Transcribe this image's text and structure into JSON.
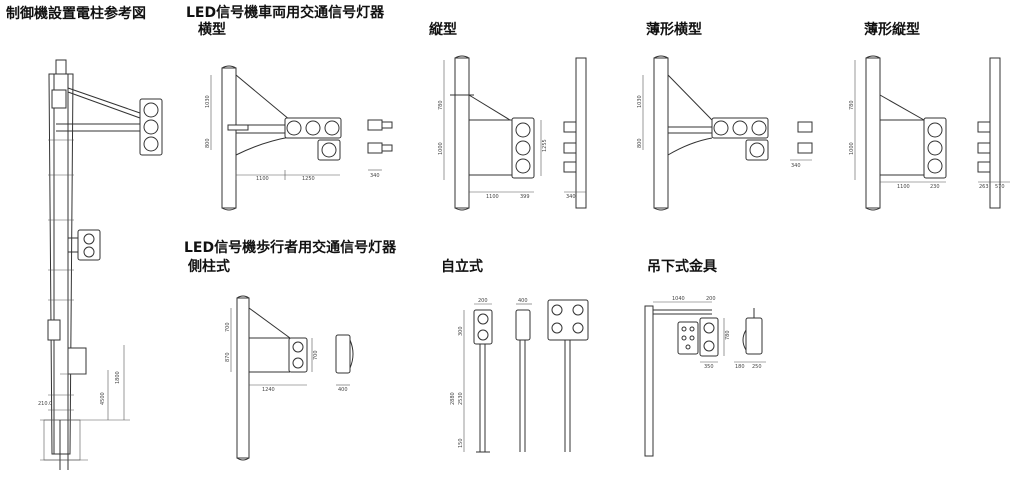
{
  "titles": {
    "ref": "制御機設置電柱参考図",
    "led_vehicle": "LED信号機車両用交通信号灯器",
    "horizontal": "横型",
    "vertical": "縦型",
    "thin_horizontal": "薄形横型",
    "thin_vertical": "薄形縦型",
    "led_pedestrian": "LED信号機歩行者用交通信号灯器",
    "side_pole": "側柱式",
    "freestanding": "自立式",
    "hanging": "吊下式金具"
  },
  "dims": {
    "h_1100": "1100",
    "h_1250": "1250",
    "h_340": "340",
    "h_1030": "1030",
    "h_800": "800",
    "v_780": "780",
    "v_1000": "1000",
    "v_1100": "1100",
    "v_399": "399",
    "v_340": "340",
    "v_1255": "1255",
    "th_1030": "1030",
    "th_800": "800",
    "th_340": "340",
    "tv_780": "780",
    "tv_1000": "1000",
    "tv_1100": "1100",
    "tv_230": "230",
    "tv_263": "263",
    "tv_570": "570",
    "p_700": "700",
    "p_870": "870",
    "p_1240": "1240",
    "p_400": "400",
    "p_700b": "700",
    "f_200": "200",
    "f_400": "400",
    "f_300": "300",
    "f_2530": "2530",
    "f_2880": "2880",
    "f_150": "150",
    "hg_1040": "1040",
    "hg_200": "200",
    "hg_780": "780",
    "hg_350": "350",
    "hg_180": "180",
    "hg_250": "250",
    "r_1800": "1800",
    "r_4500": "4500",
    "r_210": "210.0"
  }
}
